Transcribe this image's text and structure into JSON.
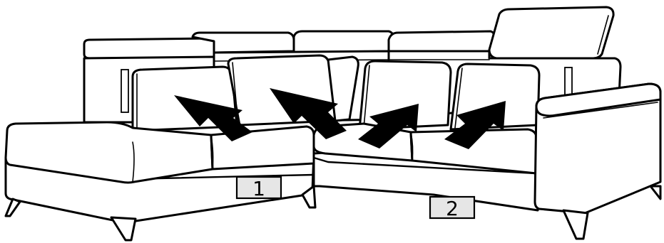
{
  "labels": [
    {
      "id": "1",
      "text": "1"
    },
    {
      "id": "2",
      "text": "2"
    }
  ],
  "colors": {
    "line": "#000000",
    "fill": "#ffffff",
    "arrow": "#000000",
    "label_box": "#e6e6e6"
  },
  "icons": [
    "arrow-icon"
  ]
}
